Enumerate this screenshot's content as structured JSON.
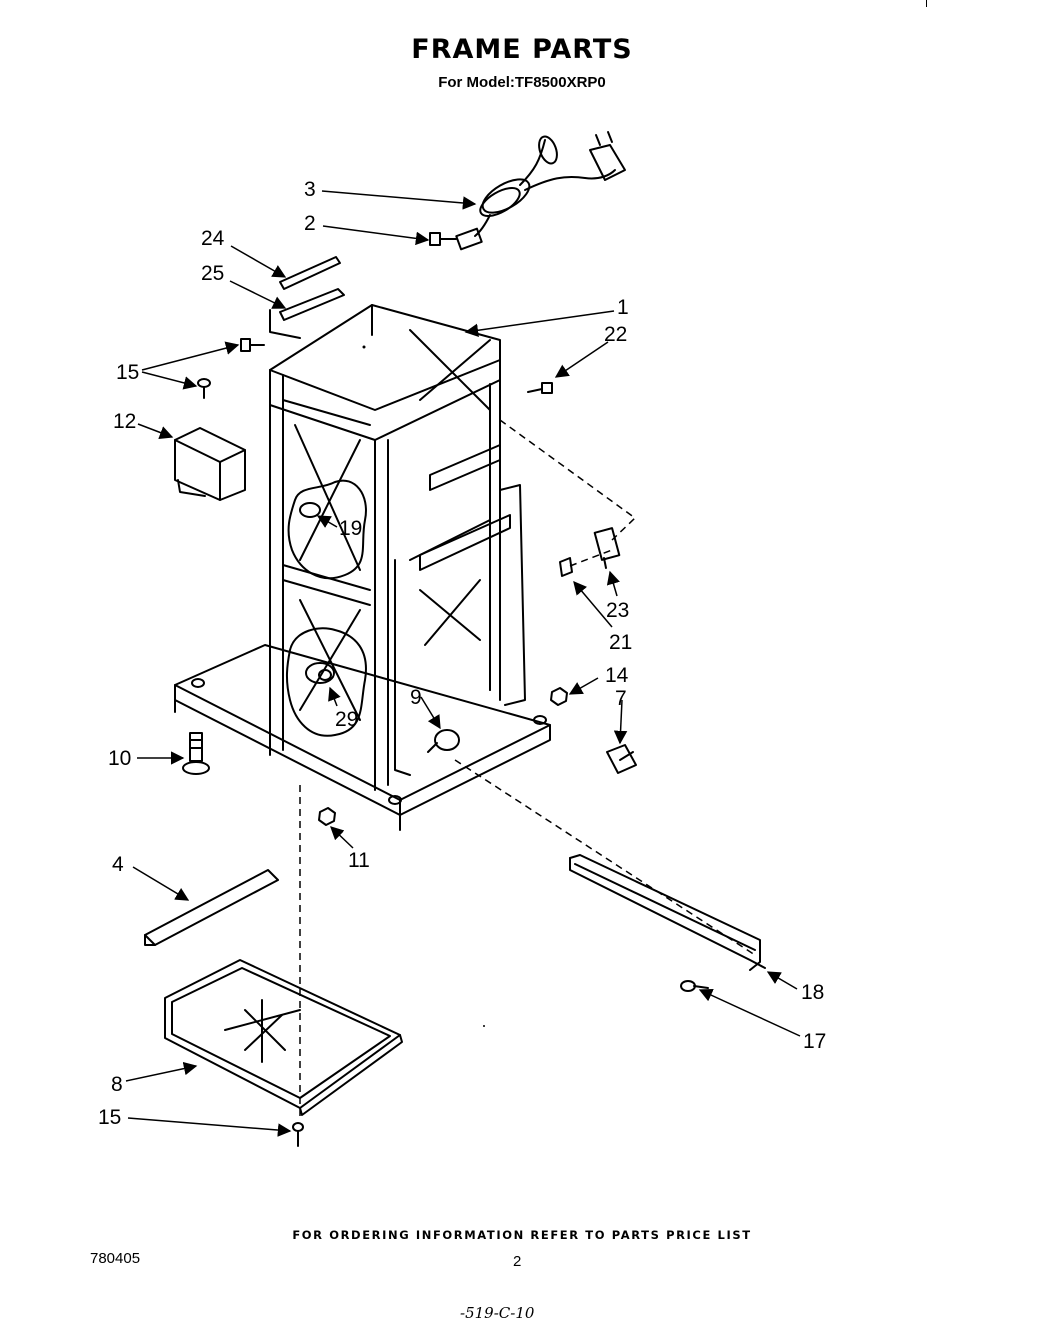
{
  "header": {
    "title": "FRAME PARTS",
    "model_line": "For Model:TF8500XRP0"
  },
  "callouts": {
    "c1": "1",
    "c2": "2",
    "c3": "3",
    "c4": "4",
    "c7": "7",
    "c8": "8",
    "c9": "9",
    "c10": "10",
    "c11": "11",
    "c12": "12",
    "c14": "14",
    "c15a": "15",
    "c15b": "15",
    "c17": "17",
    "c18": "18",
    "c19": "19",
    "c21": "21",
    "c22": "22",
    "c23": "23",
    "c24": "24",
    "c25": "25",
    "c29": "29"
  },
  "footer": {
    "ordering_note": "FOR ORDERING INFORMATION REFER TO PARTS PRICE LIST",
    "doc_number": "780405",
    "page_number": "2",
    "handwritten_note": "-519-C-10"
  }
}
